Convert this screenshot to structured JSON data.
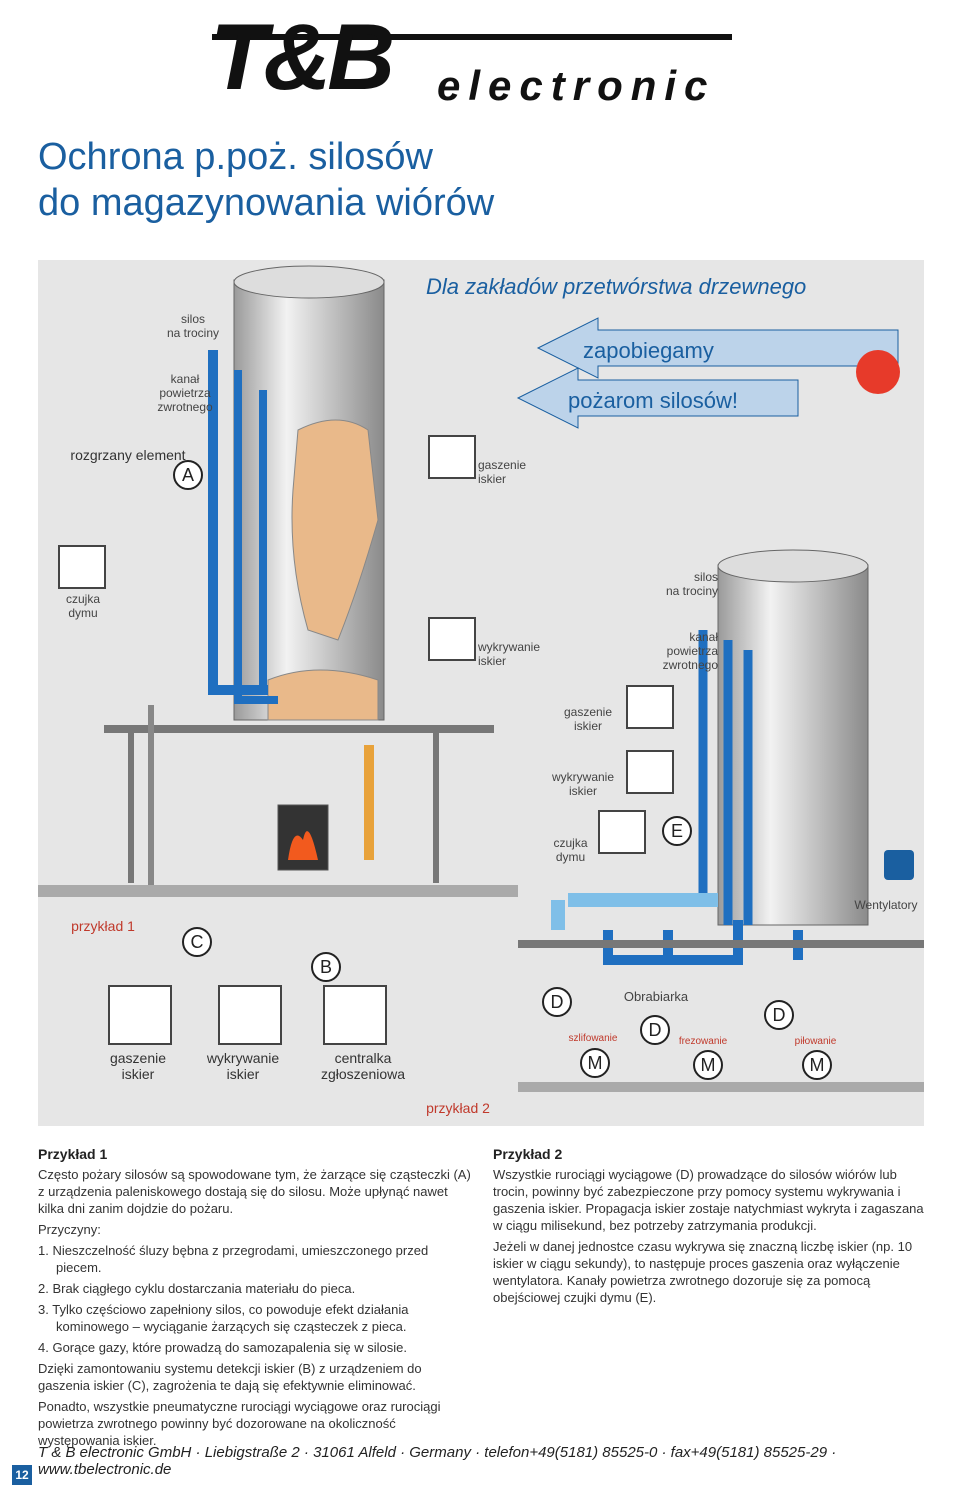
{
  "header": {
    "logo_tb": "T&B",
    "logo_electronic": "electronic",
    "title_line1": "Ochrona p.poż. silosów",
    "title_line2": "do magazynowania wiórów"
  },
  "figure": {
    "banner_top": "Dla zakładów przetwórstwa drzewnego",
    "arrow1": "zapobiegamy",
    "arrow2": "pożarom silosów!",
    "silo1_label": "silos\nna trociny",
    "duct1_label": "kanał\npowietrza\nzwrotnego",
    "hot_element": "rozgrzany element",
    "marker_a": "A",
    "spark_ext_top": "gaszenie\niskier",
    "smoke_det_left": "czujka\ndymu",
    "spark_det_mid": "wykrywanie\niskier",
    "silo2_label": "silos\nna trociny",
    "duct2_label": "kanał\npowietrza\nzwrotnego",
    "spark_ext_right": "gaszenie\niskier",
    "spark_det_right": "wykrywanie\niskier",
    "smoke_det_right": "czujka\ndymu",
    "marker_e": "E",
    "fans": "Wentylatory",
    "example1": "przykład 1",
    "marker_c": "C",
    "marker_b": "B",
    "legend_ext": "gaszenie\niskier",
    "legend_det": "wykrywanie\niskier",
    "legend_panel": "centralka\nzgłoszeniowa",
    "marker_d1": "D",
    "machining": "Obrabiarka",
    "marker_d2": "D",
    "marker_d3": "D",
    "sanding": "szlifowanie",
    "milling": "frezowanie",
    "sawing": "piłowanie",
    "motor": "M",
    "example2": "przykład 2"
  },
  "text_left": {
    "head": "Przykład 1",
    "p1": "Często pożary silosów są spowodowane tym, że żarzące się cząsteczki (A) z urządzenia paleniskowego dostają się do silosu. Może upłynąć nawet kilka dni zanim dojdzie do pożaru.",
    "causes": "Przyczyny:",
    "items": [
      "1. Nieszczelność śluzy bębna z przegrodami, umieszczonego przed piecem.",
      "2. Brak ciągłego cyklu dostarczania materiału do pieca.",
      "3. Tylko częściowo zapełniony silos, co powoduje efekt działania kominowego – wyciąganie żarzących się cząsteczek z pieca.",
      "4. Gorące gazy, które prowadzą do samozapalenia się w silosie."
    ],
    "p2": "Dzięki zamontowaniu systemu detekcji iskier (B) z urządzeniem do gaszenia iskier (C), zagrożenia te dają się efektywnie eliminować.",
    "p3": "Ponadto, wszystkie pneumatyczne rurociągi wyciągowe oraz rurociągi powietrza zwrotnego powinny być dozorowane na okoliczność występowania iskier."
  },
  "text_right": {
    "head": "Przykład 2",
    "p1": "Wszystkie rurociągi wyciągowe (D) prowadzące do silosów wiórów lub trocin, powinny być zabezpieczone przy pomocy systemu wykrywania i gaszenia iskier. Propagacja iskier zostaje natychmiast wykryta i zagaszana w ciągu milisekund, bez potrzeby zatrzymania produkcji.",
    "p2": "Jeżeli w danej jednostce czasu wykrywa się znaczną liczbę iskier (np. 10 iskier w ciągu sekundy), to następuje proces gaszenia oraz wyłączenie wentylatora. Kanały powietrza zwrotnego dozoruje się za pomocą obejściowej czujki dymu (E)."
  },
  "footer": {
    "address": "T & B electronic GmbH · Liebigstraße 2 · 31061 Alfeld · Germany · telefon+49(5181) 85525-0 · fax+49(5181) 85525-29 · www.tbelectronic.de",
    "page": "12"
  },
  "colors": {
    "accent": "#1a5fa0",
    "duct": "#1f6fc0",
    "figure_bg": "#e6e6e6"
  }
}
